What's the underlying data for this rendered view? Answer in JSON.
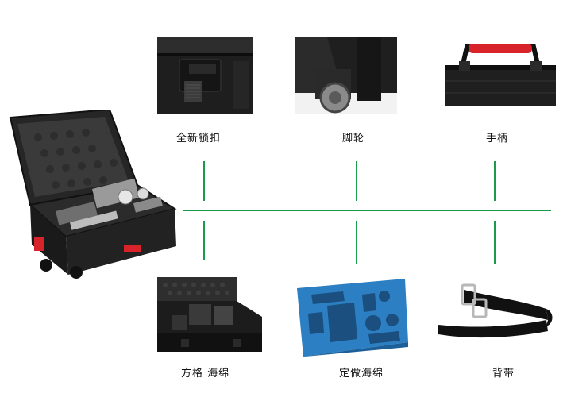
{
  "features": {
    "latch": {
      "label": "全新锁扣"
    },
    "wheels": {
      "label": "脚轮"
    },
    "handle": {
      "label": "手柄"
    },
    "grid_foam": {
      "label": "方格 海绵"
    },
    "custom_foam": {
      "label": "定做海绵"
    },
    "strap": {
      "label": "背带"
    }
  },
  "colors": {
    "connector_line": "#1a9a4a",
    "case_body": "#1b1b1b",
    "handle_grip": "#d8232a",
    "custom_foam": "#2b7fc2"
  }
}
